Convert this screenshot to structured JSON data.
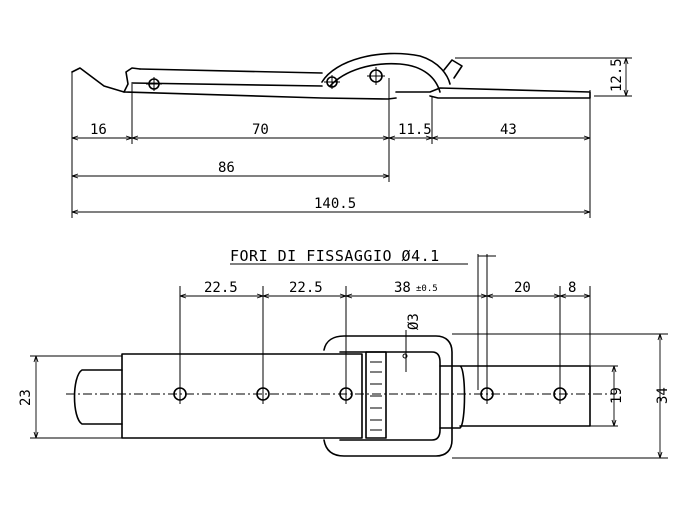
{
  "title": "FORI DI FISSAGGIO Ø4.1",
  "side_view": {
    "height": "12.5",
    "segments": [
      "16",
      "70",
      "11.5",
      "43"
    ],
    "sub_length": "86",
    "total_length": "140.5"
  },
  "top_view": {
    "spacing_1": "22.5",
    "spacing_2": "22.5",
    "spacing_3": "38",
    "spacing_3_tol": "±0.5",
    "spacing_4": "20",
    "spacing_5": "8",
    "pin_diameter": "Ø3",
    "left_width": "23",
    "strip_width": "19",
    "overall_width": "34"
  }
}
